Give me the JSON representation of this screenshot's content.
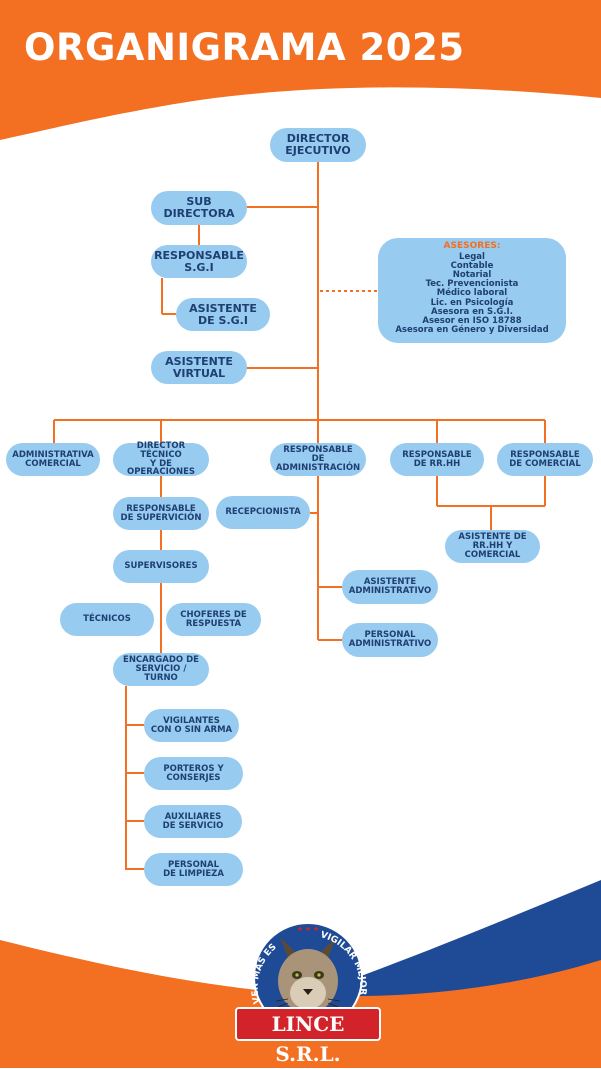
{
  "title": "ORGANIGRAMA 2025",
  "colors": {
    "orange": "#f36f21",
    "blue": "#1f4a96",
    "node": "#97cbef",
    "node_text": "#1f3f73"
  },
  "nodes": {
    "director": [
      "DIRECTOR",
      "EJECUTIVO"
    ],
    "subdirectora": [
      "SUB",
      "DIRECTORA"
    ],
    "resp_sgi": [
      "RESPONSABLE",
      "S.G.I"
    ],
    "asist_sgi": [
      "ASISTENTE",
      "DE S.G.I"
    ],
    "asist_virtual": [
      "ASISTENTE",
      "VIRTUAL"
    ],
    "admin_comercial": [
      "ADMINISTRATIVA",
      "COMERCIAL"
    ],
    "dir_tecnico": [
      "DIRECTOR TÉCNICO",
      "Y DE OPERACIONES"
    ],
    "resp_admin": [
      "RESPONSABLE DE",
      "ADMINISTRACIÓN"
    ],
    "resp_rrhh": [
      "RESPONSABLE",
      "DE RR.HH"
    ],
    "resp_comercial": [
      "RESPONSABLE",
      "DE COMERCIAL"
    ],
    "resp_supervision": [
      "RESPONSABLE",
      "DE SUPERVICIÓN"
    ],
    "supervisores": [
      "SUPERVISORES"
    ],
    "tecnicos": [
      "TÉCNICOS"
    ],
    "choferes": [
      "CHOFERES DE",
      "RESPUESTA"
    ],
    "encargado": [
      "ENCARGADO DE",
      "SERVICIO / TURNO"
    ],
    "vigilantes": [
      "VIGILANTES",
      "CON O SIN ARMA"
    ],
    "porteros": [
      "PORTEROS Y",
      "CONSERJES"
    ],
    "auxiliares": [
      "AUXILIARES",
      "DE SERVICIO"
    ],
    "limpieza": [
      "PERSONAL",
      "DE LIMPIEZA"
    ],
    "recepcionista": [
      "RECEPCIONISTA"
    ],
    "asist_admin": [
      "ASISTENTE",
      "ADMINISTRATIVO"
    ],
    "personal_admin": [
      "PERSONAL",
      "ADMINISTRATIVO"
    ],
    "asist_rrhh_comercial": [
      "ASISTENTE DE",
      "RR.HH Y COMERCIAL"
    ]
  },
  "advisors": {
    "title": "ASESORES:",
    "items": [
      "Legal",
      "Contable",
      "Notarial",
      "Tec. Prevencionista",
      "Médico laboral",
      "Lic. en Psicología",
      "Asesora en S.G.I.",
      "Asesor en ISO 18788",
      "Asesora en Género y Diversidad"
    ]
  },
  "logo": {
    "left_arc": "VER MÁS ES",
    "right_arc": "VIGILAR MEJOR",
    "banner": "LINCE S.R.L.",
    "stars": "★ ★ ★"
  }
}
